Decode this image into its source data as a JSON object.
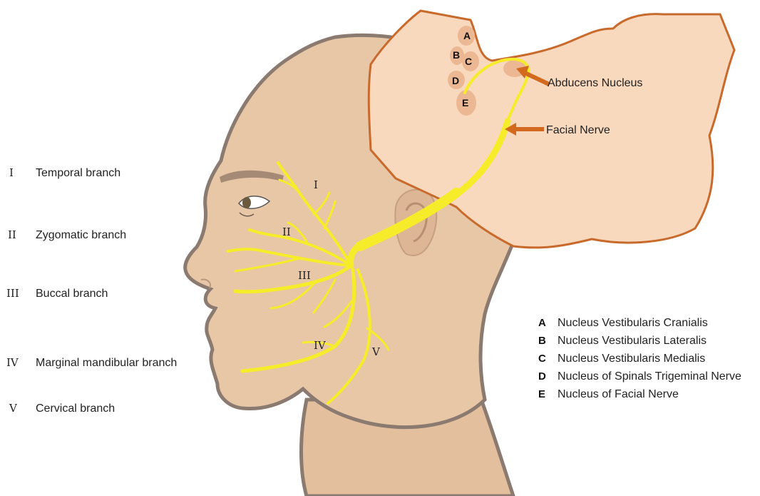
{
  "branches": [
    {
      "numeral": "I",
      "label": "Temporal branch"
    },
    {
      "numeral": "II",
      "label": "Zygomatic branch"
    },
    {
      "numeral": "III",
      "label": "Buccal branch"
    },
    {
      "numeral": "IV",
      "label": "Marginal mandibular branch"
    },
    {
      "numeral": "V",
      "label": "Cervical branch"
    }
  ],
  "face_numerals": [
    "I",
    "II",
    "III",
    "IV",
    "V"
  ],
  "nuclei_letters": [
    "A",
    "B",
    "C",
    "D",
    "E"
  ],
  "callouts": {
    "abducens": "Abducens Nucleus",
    "facial_nerve": "Facial Nerve"
  },
  "legend": [
    {
      "letter": "A",
      "text": "Nucleus Vestibularis Cranialis"
    },
    {
      "letter": "B",
      "text": "Nucleus Vestibularis Lateralis"
    },
    {
      "letter": "C",
      "text": "Nucleus Vestibularis Medialis"
    },
    {
      "letter": "D",
      "text": "Nucleus of Spinals Trigeminal Nerve"
    },
    {
      "letter": "E",
      "text": "Nucleus of Facial Nerve"
    }
  ],
  "colors": {
    "skin": "#e8c7a6",
    "skin_outline": "#8a7a70",
    "nerve": "#f6ec2a",
    "brainstem_fill": "#f9d9bd",
    "brainstem_outline": "#c96a2d",
    "arrow": "#d2691e",
    "nucleus_spot": "#ecb894"
  }
}
